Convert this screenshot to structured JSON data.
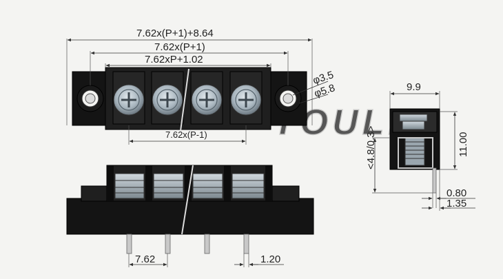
{
  "dimensions": {
    "overall": "7.62x(P+1)+8.64",
    "outer_pitch": "7.62x(P+1)",
    "inner_span": "7.62xP+1.02",
    "terminal_span": "7.62x(P-1)",
    "hole_dia": "φ3.5",
    "boss_dia": "φ5.8",
    "side_width": "9.9",
    "side_height": "11.00",
    "side_pin_len": "<4.8/0.3>",
    "pin_thickness": "0.80",
    "pin_offset": "1.35",
    "pitch": "7.62",
    "pin_width": "1.20"
  },
  "watermark": "YOULE",
  "terminal_count": 4,
  "colors": {
    "body": "#141414",
    "metal": "#b8c4cc",
    "pin": "#c8c8c8"
  }
}
